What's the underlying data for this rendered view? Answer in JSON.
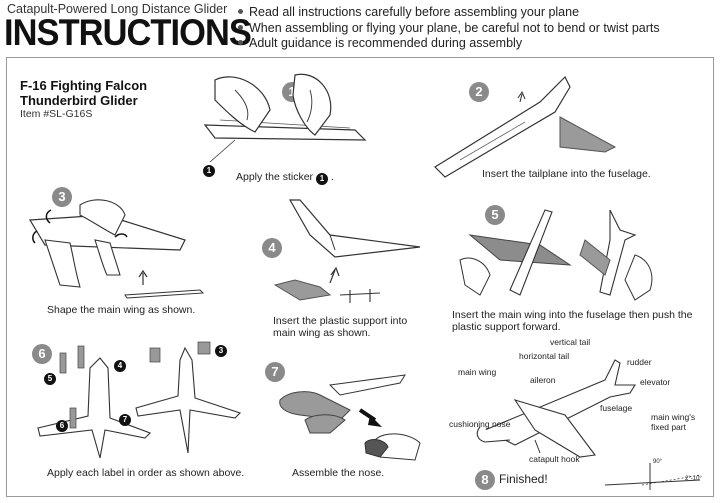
{
  "header": {
    "subtitle": "Catapult-Powered Long Distance Glider",
    "title": "INSTRUCTIONS",
    "bullets": [
      "Read all instructions carefully before assembling your plane",
      "When assembling or flying your plane, be careful not to bend or twist parts",
      "Adult guidance is recommended during assembly"
    ]
  },
  "product": {
    "name_line1": "F-16 Fighting Falcon",
    "name_line2": "Thunderbird Glider",
    "item": "Item #SL-G16S"
  },
  "steps": [
    {
      "num": "1",
      "caption": "Apply the sticker",
      "caption_suffix": "."
    },
    {
      "num": "2",
      "caption": "Insert the tailplane into the fuselage."
    },
    {
      "num": "3",
      "caption": "Shape the main wing as shown."
    },
    {
      "num": "4",
      "caption_line1": "Insert the plastic support into",
      "caption_line2": "main wing as shown."
    },
    {
      "num": "5",
      "caption_line1": "Insert the main wing into the fuselage then push the",
      "caption_line2": "plastic support forward."
    },
    {
      "num": "6",
      "caption": "Apply each label in order as shown above."
    },
    {
      "num": "7",
      "caption": "Assemble the nose."
    },
    {
      "num": "8",
      "caption": "Finished!"
    }
  ],
  "sticker_refs": {
    "s1": "1",
    "s1b": "1",
    "s3": "3",
    "s4": "4",
    "s5": "5",
    "s6": "6",
    "s7": "7"
  },
  "parts": {
    "vertical_tail": "vertical tail",
    "horizontal_tail": "horizontal tail",
    "rudder": "rudder",
    "main_wing": "main wing",
    "aileron": "aileron",
    "elevator": "elevator",
    "fuselage": "fuselage",
    "main_wing_fixed_line1": "main wing's",
    "main_wing_fixed_line2": "fixed part",
    "cushioning_nose": "cushioning nose",
    "catapult_hook": "catapult hook"
  },
  "angles": {
    "vertical": "90°",
    "dihedral": "2°-10°"
  },
  "colors": {
    "badge": "#8a8a8a",
    "wing_gray": "#9a9a9a",
    "ink": "#222222"
  }
}
